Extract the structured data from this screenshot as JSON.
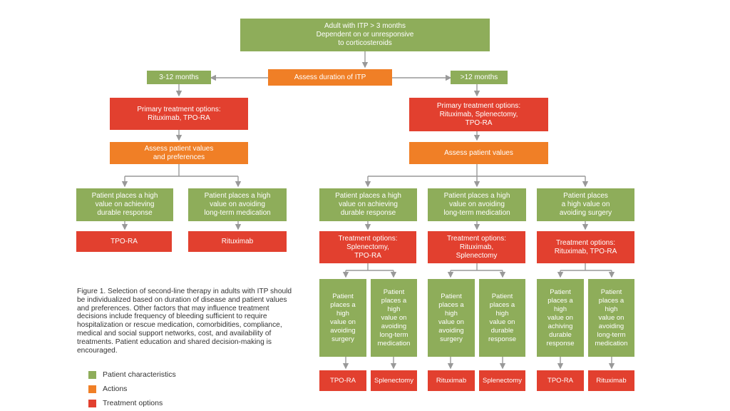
{
  "colors": {
    "patient": "#8ead5a",
    "action": "#f07f26",
    "treatment": "#e2402f",
    "connector": "#999999"
  },
  "nodes": {
    "root": "Adult with ITP > 3 months\nDependent on or unresponsive\nto corticosteroids",
    "assess_duration": "Assess duration of ITP",
    "left_duration": "3-12 months",
    "right_duration": ">12 months",
    "left_primary": "Primary treatment options:\nRituximab, TPO-RA",
    "right_primary": "Primary treatment options:\nRituximab, Splenectomy,\nTPO-RA",
    "left_assess": "Assess patient values\nand preferences",
    "right_assess": "Assess patient values",
    "l_pref1": "Patient places a high\nvalue on achieving\ndurable response",
    "l_pref2": "Patient places a high\nvalue on avoiding\nlong-term medication",
    "l_out1": "TPO-RA",
    "l_out2": "Rituximab",
    "r_pref1": "Patient places a high\nvalue on achieving\ndurable response",
    "r_pref2": "Patient places a high\nvalue on avoiding\nlong-term medication",
    "r_pref3": "Patient places\na high value on\navoiding surgery",
    "r_treat1": "Treatment options:\nSplenectomy,\nTPO-RA",
    "r_treat2": "Treatment options:\nRituximab,\nSplenectomy",
    "r_treat3": "Treatment options:\nRituximab, TPO-RA",
    "leaf1": "Patient\nplaces a\nhigh\nvalue on\navoiding\nsurgery",
    "leaf2": "Patient\nplaces a\nhigh\nvalue on\navoiding\nlong-term\nmedication",
    "leaf3": "Patient\nplaces a\nhigh\nvalue on\navoiding\nsurgery",
    "leaf4": "Patient\nplaces a\nhigh\nvalue on\ndurable\nresponse",
    "leaf5": "Patient\nplaces a\nhigh\nvalue on\nachiving\ndurable\nresponse",
    "leaf6": "Patient\nplaces a\nhigh\nvalue on\navoiding\nlong-term\nmedication",
    "out1": "TPO-RA",
    "out2": "Splenectomy",
    "out3": "Rituximab",
    "out4": "Splenectomy",
    "out5": "TPO-RA",
    "out6": "Rituximab"
  },
  "caption": "Figure 1. Selection of second-line therapy in adults with ITP should be individualized based on duration of disease and patient values and preferences. Other factors that may influence treatment decisions include frequency of bleeding sufficient to require hospitalization or rescue medication, comorbidities, compliance, medical and social support networks, cost, and availability of treatments. Patient education and shared decision-making is encouraged.",
  "legend": [
    {
      "label": "Patient characteristics",
      "color": "#8ead5a"
    },
    {
      "label": "Actions",
      "color": "#f07f26"
    },
    {
      "label": "Treatment options",
      "color": "#e2402f"
    }
  ]
}
